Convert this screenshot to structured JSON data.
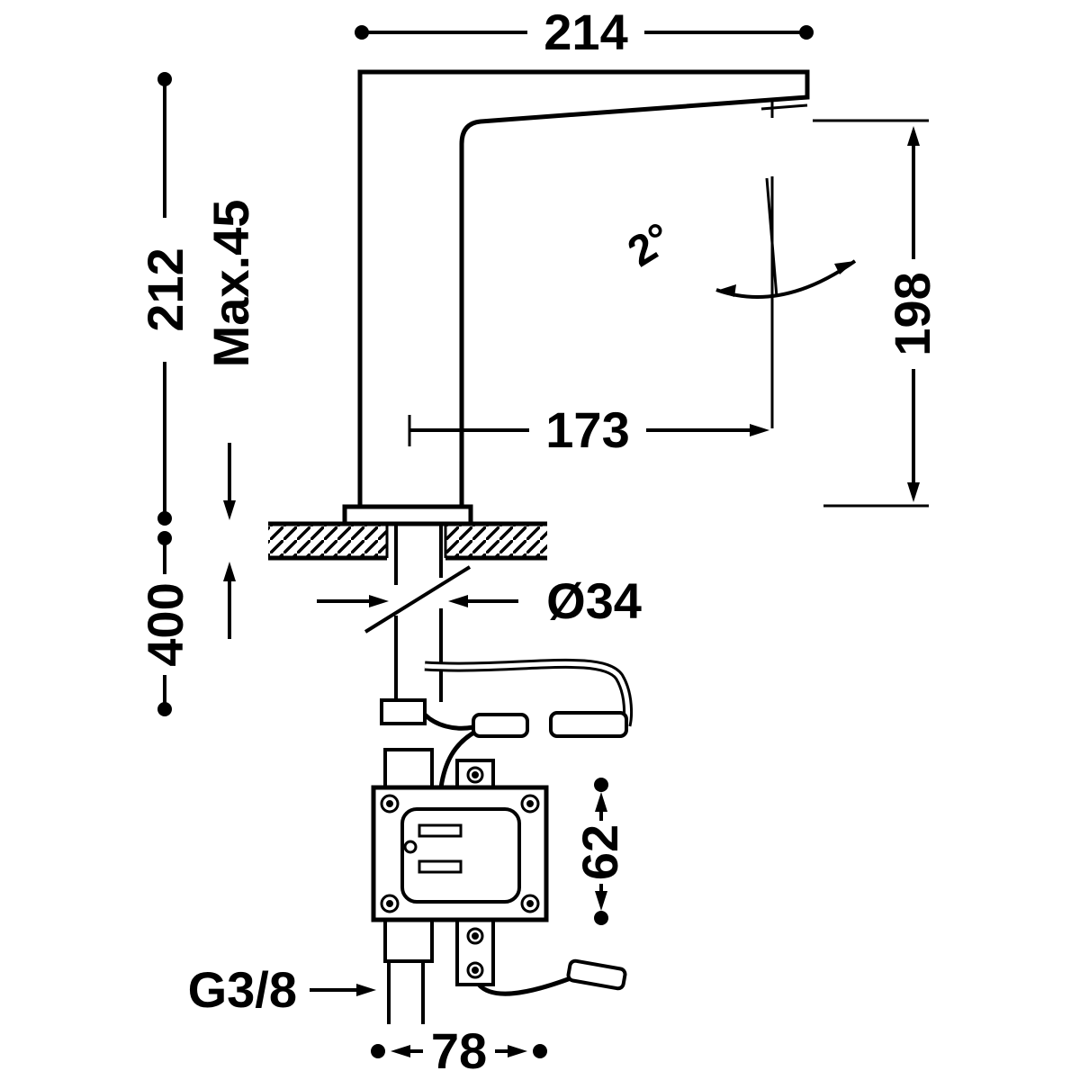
{
  "diagram": {
    "type": "technical-drawing",
    "subject": "deck-mounted electronic faucet installation dimensions",
    "colors": {
      "line": "#000000",
      "background": "#ffffff"
    },
    "labels": {
      "spout_width": "214",
      "body_height": "212",
      "deck_max_thickness": "Max.45",
      "outlet_height": "198",
      "outlet_reach": "173",
      "stream_angle": "2°",
      "under_deck_length": "400",
      "hole_diameter": "Ø34",
      "control_box_height": "62",
      "inlet_thread": "G3/8",
      "control_box_width": "78"
    }
  }
}
